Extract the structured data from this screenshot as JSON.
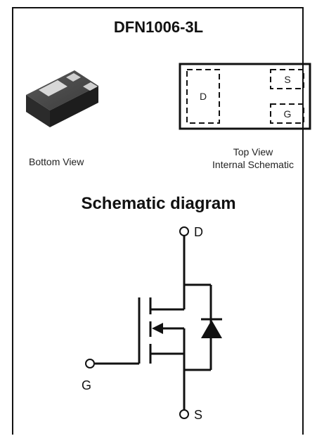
{
  "header": {
    "title": "DFN1006-3L"
  },
  "package": {
    "bottom_view_caption": "Bottom View",
    "top_view_caption_line1": "Top View",
    "top_view_caption_line2": "Internal Schematic",
    "pads": {
      "drain": "D",
      "source": "S",
      "gate": "G"
    }
  },
  "schematic": {
    "heading": "Schematic diagram",
    "pins": {
      "drain": "D",
      "gate": "G",
      "source": "S"
    }
  }
}
